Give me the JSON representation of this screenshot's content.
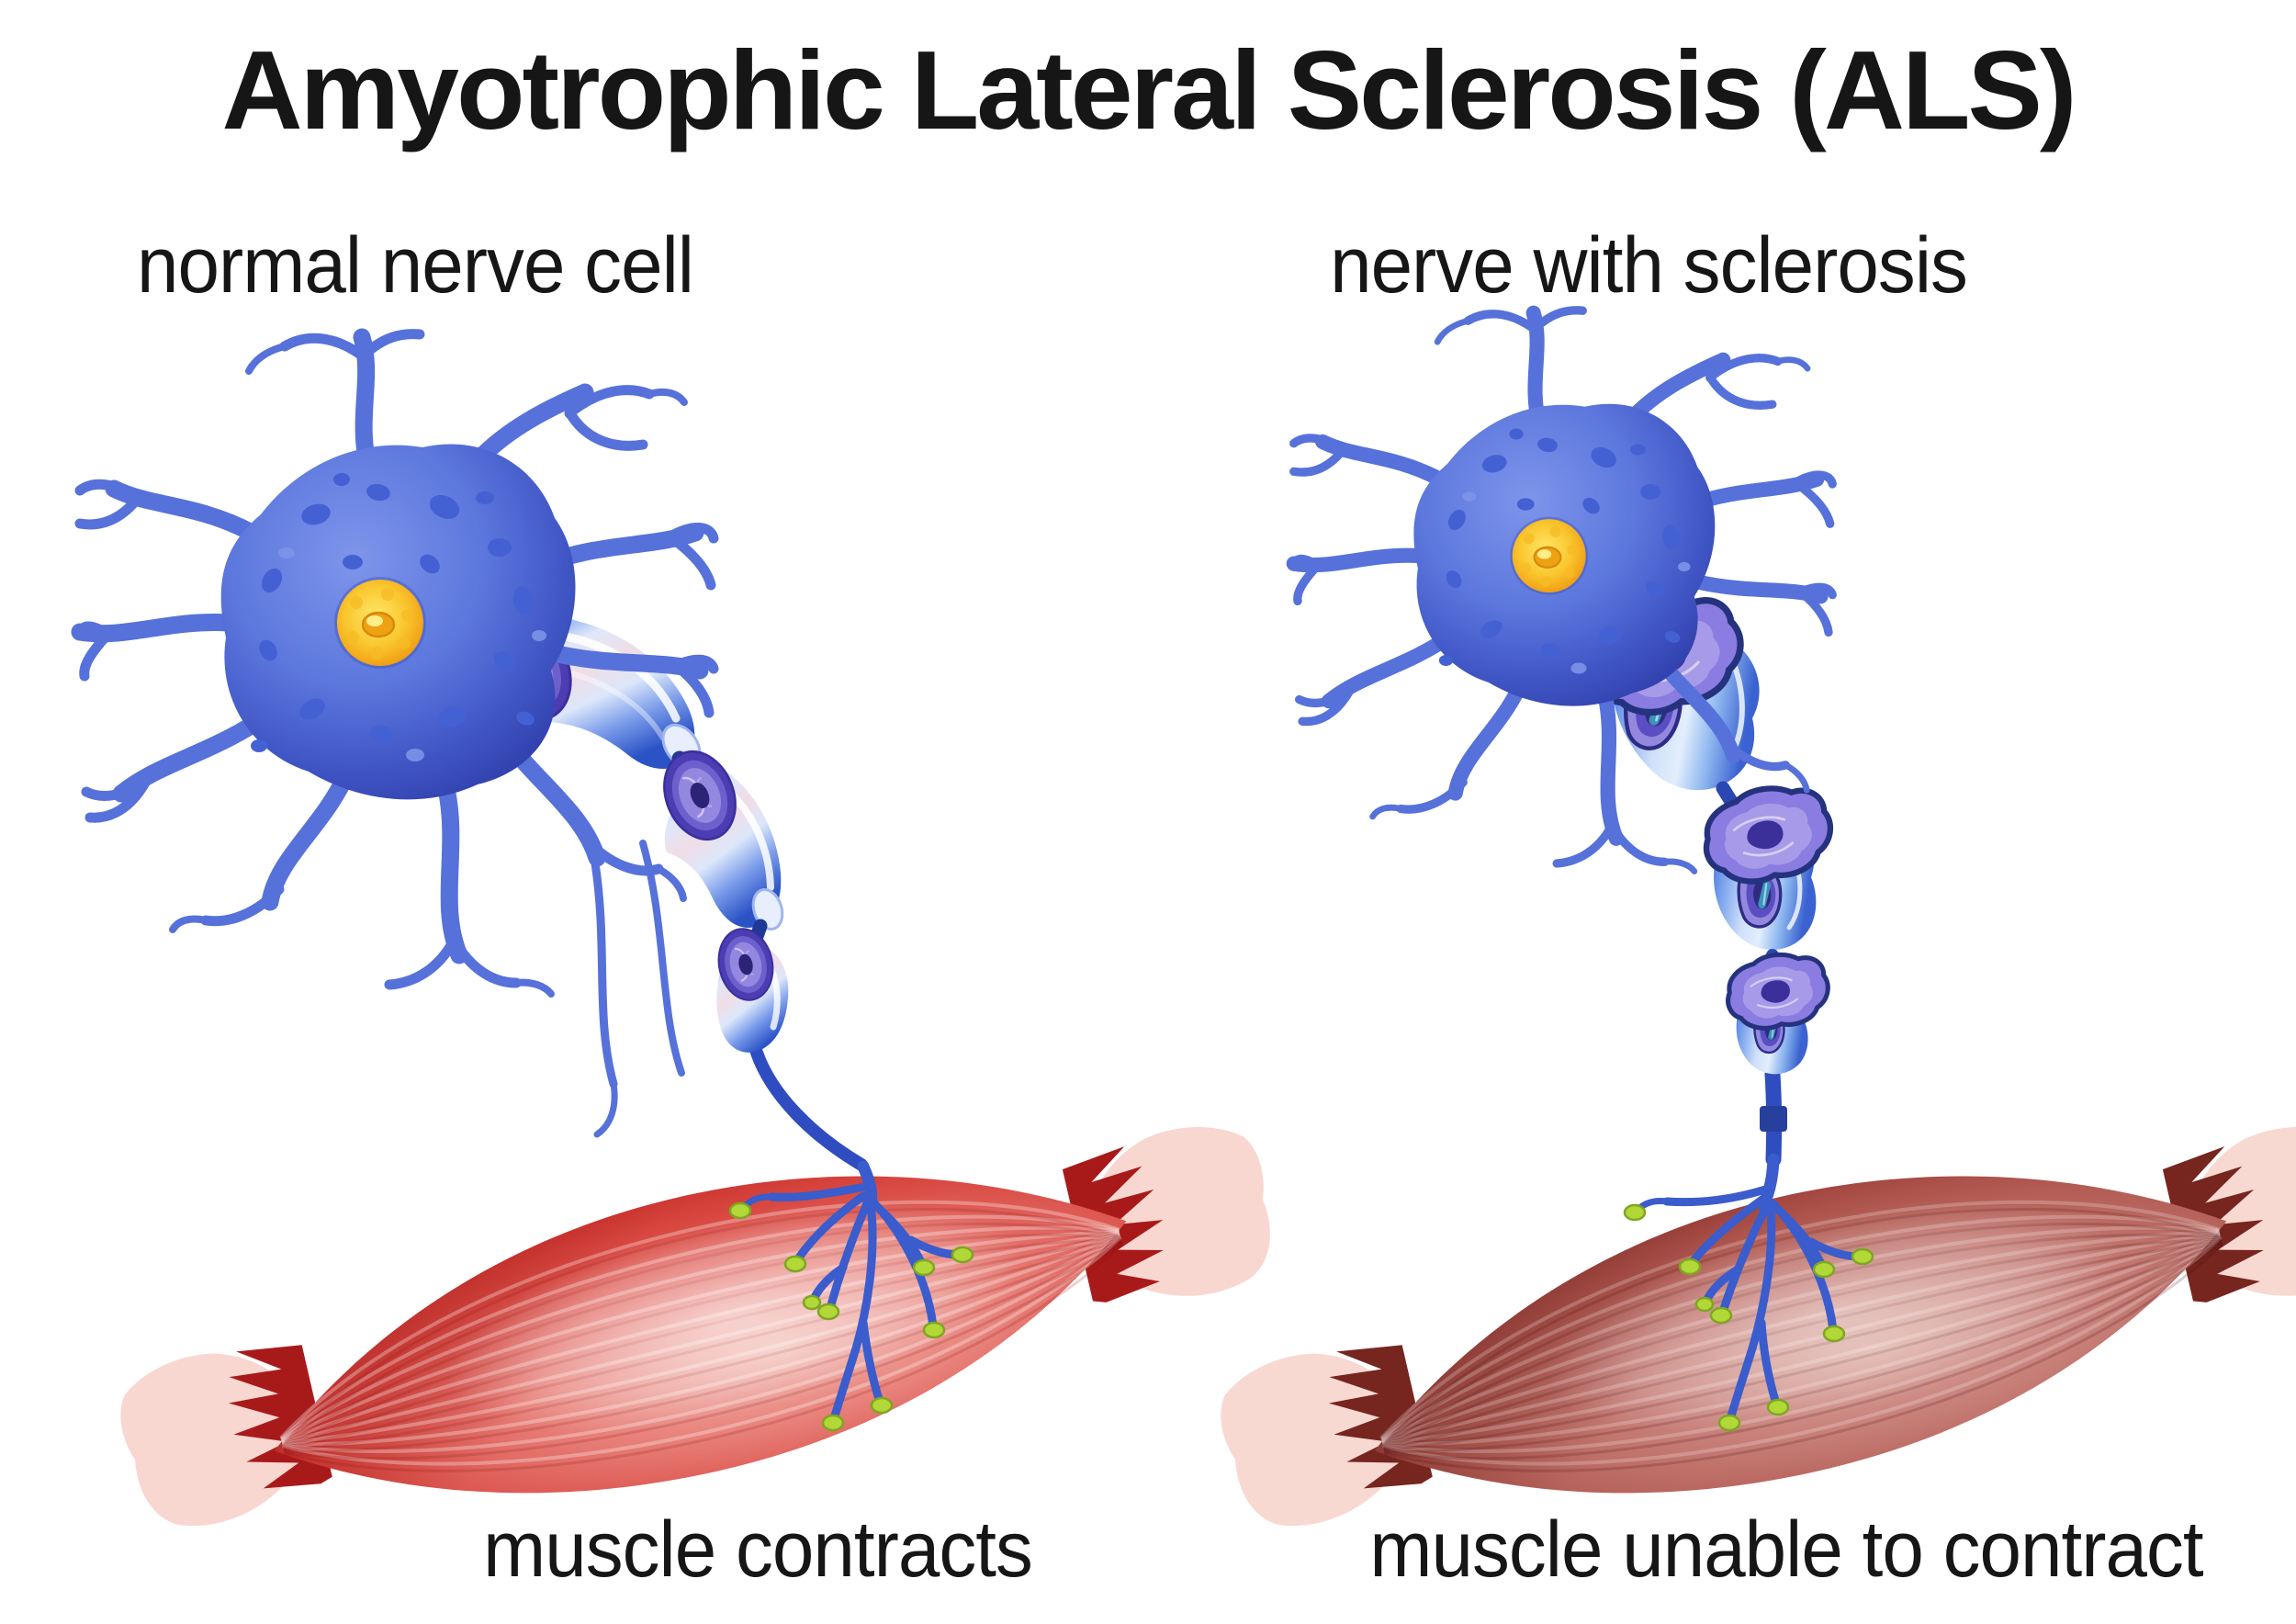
{
  "title": "Amyotrophic Lateral Sclerosis (ALS)",
  "panels": {
    "left": {
      "top_label": "normal nerve cell",
      "bottom_label": "muscle contracts"
    },
    "right": {
      "top_label": "nerve with sclerosis",
      "bottom_label": "muscle unable to contract"
    }
  },
  "legend_icons": {
    "left_illustration": "healthy motor neuron with myelinated axon innervating muscle",
    "right_illustration": "motor neuron with sclerotic damaged myelin innervating atrophied muscle"
  },
  "colors": {
    "background": "#ffffff",
    "text": "#161616",
    "neuron_body_blue": "#5b76dd",
    "neuron_dark_blue": "#2e3da8",
    "dendrite_blue": "#5671da",
    "nucleus_orange": "#ef940d",
    "nucleus_yellow": "#ffe768",
    "myelin_edge_blue": "#2f63dd",
    "myelin_body_light": "#e4ecfb",
    "myelin_core_pink": "#f0dde6",
    "myelin_cap_purple": "#6e60cc",
    "sclerosis_scar_purple": "#8a7ce0",
    "sclerosis_core_violet": "#3b2f9a",
    "exposed_axon_teal": "#3f93bc",
    "axon_navy": "#2b47b2",
    "healthy_muscle_red": "#d5413c",
    "healthy_muscle_dark": "#b41e1e",
    "atrophied_muscle_red": "#b05850",
    "atrophied_muscle_dark": "#862b27",
    "tendon_pink": "#f8d7d0",
    "synaptic_bouton_green": "#b2d838"
  }
}
